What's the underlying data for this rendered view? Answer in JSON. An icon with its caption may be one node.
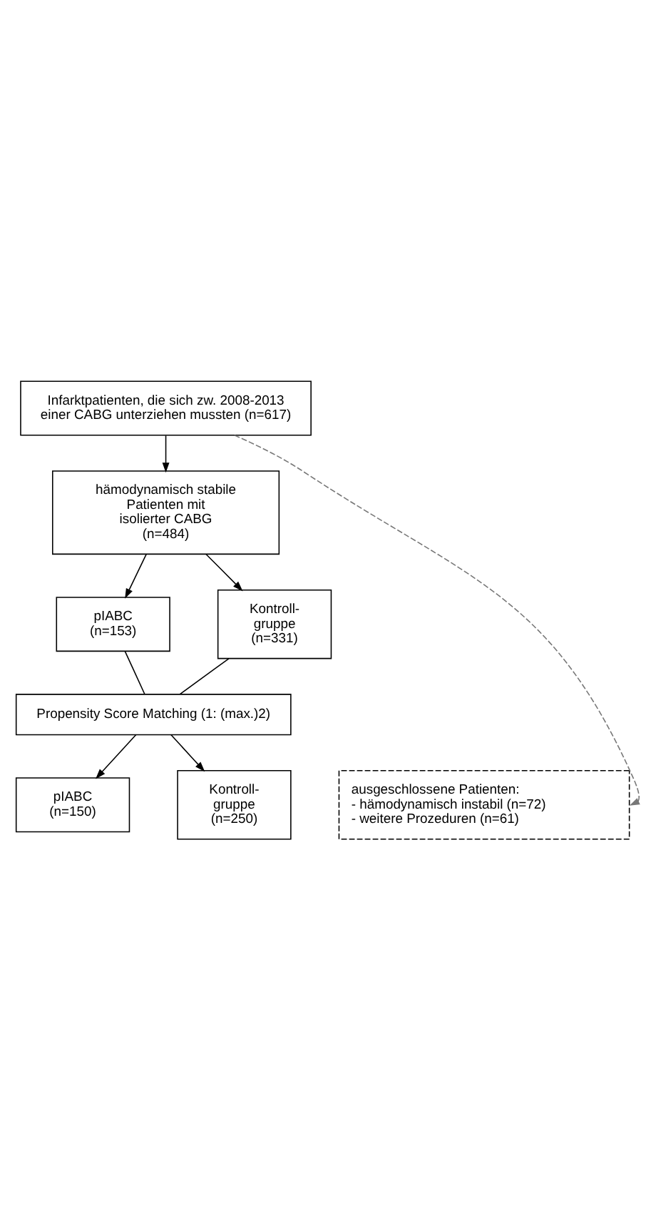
{
  "diagram": {
    "nodes": [
      {
        "text": [
          "Infarktpatienten, die sich zw. 2008-2013 einer CABG unterziehen mussten (n=617)"
        ]
      },
      {
        "text": [
          "hämodynamisch stabile Patienten mit isolierter CABG (n=484)"
        ]
      },
      {
        "text": [
          "pIABC (n=153)"
        ]
      },
      {
        "text": [
          "Kontroll- gruppe (n=331)"
        ]
      },
      {
        "text": [
          "Propensity Score Matching (1: (max.)2)"
        ]
      },
      {
        "text": [
          "pIABC (n=150)"
        ]
      },
      {
        "text": [
          "Kontroll- gruppe (n=250)"
        ]
      },
      {
        "text": [
          "ausgeschlossene Patienten:",
          "- hämodynamisch instabil (n=72)",
          "- weitere Prozeduren (n=61)"
        ]
      }
    ],
    "edges": [
      {
        "from": 0,
        "to": 1,
        "arrow": "to"
      },
      {
        "from": 0,
        "to": 7,
        "arrow": "to",
        "style": "dashed",
        "color": "#777777"
      },
      {
        "from": 1,
        "to": 2,
        "arrow": "to"
      },
      {
        "from": 1,
        "to": 3,
        "arrow": "to"
      },
      {
        "from": 2,
        "to": 4,
        "arrow": "none"
      },
      {
        "from": 3,
        "to": 4,
        "arrow": "none"
      },
      {
        "from": 4,
        "to": 5,
        "arrow": "to"
      },
      {
        "from": 4,
        "to": 6,
        "arrow": "to"
      }
    ]
  }
}
